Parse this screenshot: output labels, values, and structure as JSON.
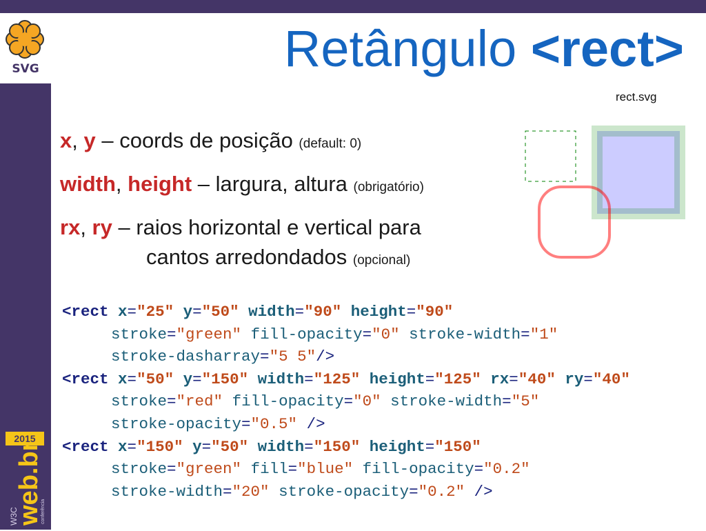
{
  "logo": {
    "label": "SVG",
    "icon": "star-flower-icon"
  },
  "title": {
    "main": "Retângulo",
    "tag": "<rect>"
  },
  "filename": "rect.svg",
  "bullets": [
    {
      "kw1": "x",
      "sep": ", ",
      "kw2": "y",
      "text": " – coords de posição ",
      "note": "(default: 0)"
    },
    {
      "kw1": "width",
      "sep": ", ",
      "kw2": "height",
      "text": " – largura, altura ",
      "note": "(obrigatório)"
    },
    {
      "kw1": "rx",
      "sep": ", ",
      "kw2": "ry",
      "text": " – raios horizontal e vertical para",
      "cont": "cantos arredondados ",
      "note": "(opcional)"
    }
  ],
  "code": {
    "l1": {
      "tag": "<rect",
      "a1": "x",
      "v1": "\"25\"",
      "a2": "y",
      "v2": "\"50\"",
      "a3": "width",
      "v3": "\"90\"",
      "a4": "height",
      "v4": "\"90\""
    },
    "l2": {
      "a1": "stroke",
      "v1": "\"green\"",
      "a2": "fill-opacity",
      "v2": "\"0\"",
      "a3": "stroke-width",
      "v3": "\"1\""
    },
    "l3": {
      "a1": "stroke-dasharray",
      "v1": "\"5 5\"",
      "end": "/>"
    },
    "l4": {
      "tag": "<rect",
      "a1": "x",
      "v1": "\"50\"",
      "a2": "y",
      "v2": "\"150\"",
      "a3": "width",
      "v3": "\"125\"",
      "a4": "height",
      "v4": "\"125\"",
      "a5": "rx",
      "v5": "\"40\"",
      "a6": "ry",
      "v6": "\"40\""
    },
    "l5": {
      "a1": "stroke",
      "v1": "\"red\"",
      "a2": "fill-opacity",
      "v2": "\"0\"",
      "a3": "stroke-width",
      "v3": "\"5\""
    },
    "l6": {
      "a1": "stroke-opacity",
      "v1": "\"0.5\"",
      "end": "/>"
    },
    "l7": {
      "tag": "<rect",
      "a1": "x",
      "v1": "\"150\"",
      "a2": "y",
      "v2": "\"50\"",
      "a3": "width",
      "v3": "\"150\"",
      "a4": "height",
      "v4": "\"150\""
    },
    "l8": {
      "a1": "stroke",
      "v1": "\"green\"",
      "a2": "fill",
      "v2": "\"blue\"",
      "a3": "fill-opacity",
      "v3": "\"0.2\""
    },
    "l9": {
      "a1": "stroke-width",
      "v1": "\"20\"",
      "a2": "stroke-opacity",
      "v2": "\"0.2\"",
      "end": "/>"
    }
  },
  "badge": {
    "year": "2015",
    "brand": "web.br",
    "org": "W3C",
    "sub": "conferência"
  },
  "colors": {
    "sidebar": "#443567",
    "title": "#1565c0",
    "keyword": "#c62828",
    "logo": "#f5a623"
  }
}
